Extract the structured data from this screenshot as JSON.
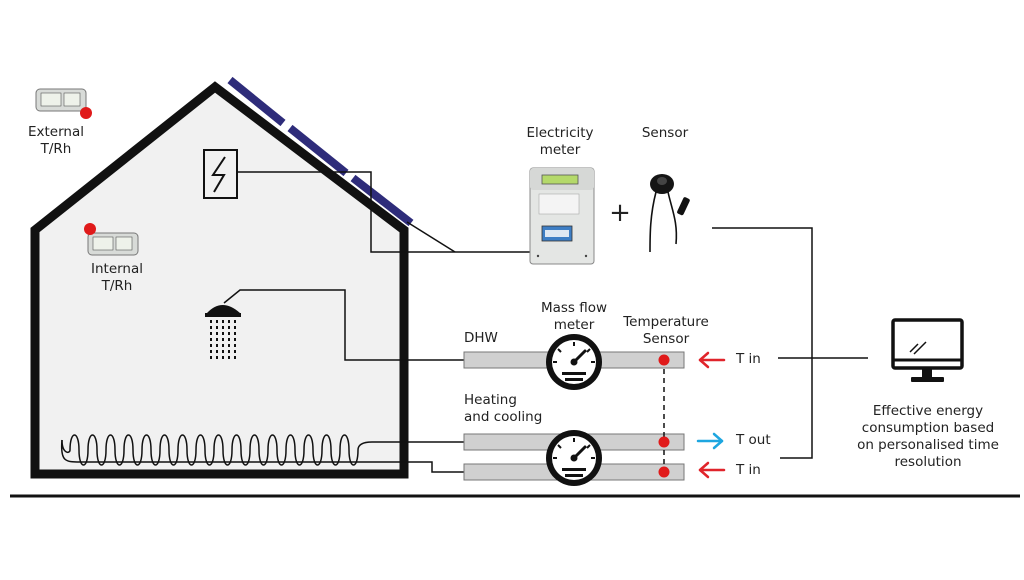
{
  "labels": {
    "external": [
      "External",
      "T/Rh"
    ],
    "internal": [
      "Internal",
      "T/Rh"
    ],
    "electricity_meter": [
      "Electricity",
      "meter"
    ],
    "sensor": "Sensor",
    "plus": "+",
    "mass_flow_meter": [
      "Mass flow",
      "meter"
    ],
    "temperature_sensor": [
      "Temperature",
      "Sensor"
    ],
    "dhw": "DHW",
    "heating_cooling": [
      "Heating",
      "and cooling"
    ],
    "t_in_top": "T in",
    "t_out": "T out",
    "t_in_bottom": "T in",
    "computer_caption": [
      "Effective energy",
      "consumption based",
      "on personalised time",
      "resolution"
    ]
  },
  "colors": {
    "house_fill": "#f1f1f1",
    "outline": "#111111",
    "solar_panel": "#2e2c7a",
    "pipe": "#d0d0d0",
    "sensor_dot": "#e01a1a",
    "arrow_in": "#e0242b",
    "arrow_out": "#1da6e0"
  }
}
